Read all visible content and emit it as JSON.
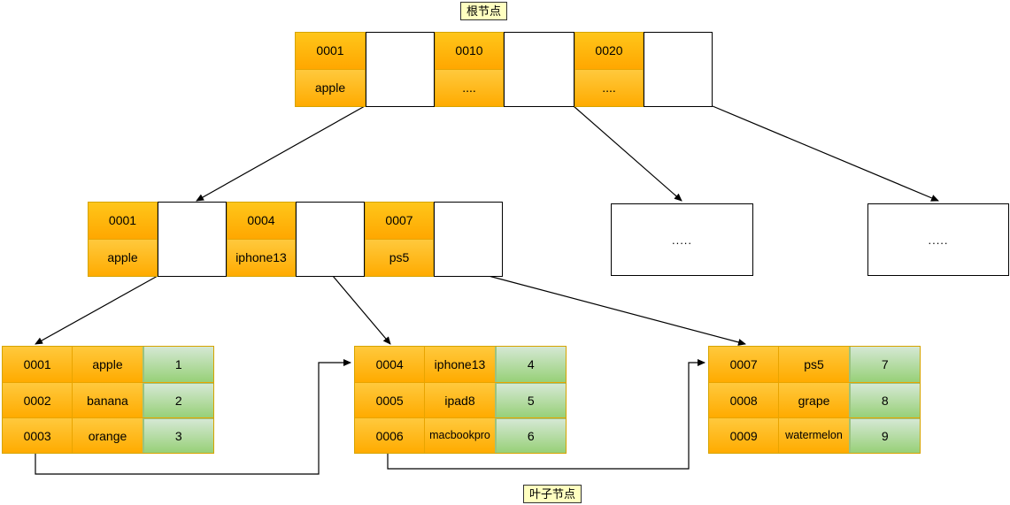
{
  "diagram": {
    "title_tags": {
      "root": "根节点",
      "leaf": "叶子节点"
    },
    "ellipsis": "....."
  },
  "root_node": {
    "name": "root-index-node",
    "entries": [
      {
        "key": "0001",
        "value": "apple"
      },
      {
        "key": "0010",
        "value": "...."
      },
      {
        "key": "0020",
        "value": "...."
      }
    ]
  },
  "internal_nodes": [
    {
      "name": "internal-index-node-1",
      "entries": [
        {
          "key": "0001",
          "value": "apple"
        },
        {
          "key": "0004",
          "value": "iphone13"
        },
        {
          "key": "0007",
          "value": "ps5"
        }
      ]
    },
    {
      "name": "internal-placeholder-node-2",
      "text": "....."
    },
    {
      "name": "internal-placeholder-node-3",
      "text": "....."
    }
  ],
  "leaf_nodes": [
    {
      "name": "leaf-node-1",
      "rows": [
        {
          "id": "0001",
          "value": "apple",
          "num": "1"
        },
        {
          "id": "0002",
          "value": "banana",
          "num": "2"
        },
        {
          "id": "0003",
          "value": "orange",
          "num": "3"
        }
      ]
    },
    {
      "name": "leaf-node-2",
      "rows": [
        {
          "id": "0004",
          "value": "iphone13",
          "num": "4"
        },
        {
          "id": "0005",
          "value": "ipad8",
          "num": "5"
        },
        {
          "id": "0006",
          "value": "macbookpro",
          "num": "6"
        }
      ]
    },
    {
      "name": "leaf-node-3",
      "rows": [
        {
          "id": "0007",
          "value": "ps5",
          "num": "7"
        },
        {
          "id": "0008",
          "value": "grape",
          "num": "8"
        },
        {
          "id": "0009",
          "value": "watermelon",
          "num": "9"
        }
      ]
    }
  ],
  "colors": {
    "key_orange": "#ffc61a",
    "value_orange": "#ffab00",
    "leaf_green": "#97d077",
    "leaf_green_light": "#d5e8d4",
    "tag_yellow": "#ffffc0",
    "line": "#000000"
  }
}
